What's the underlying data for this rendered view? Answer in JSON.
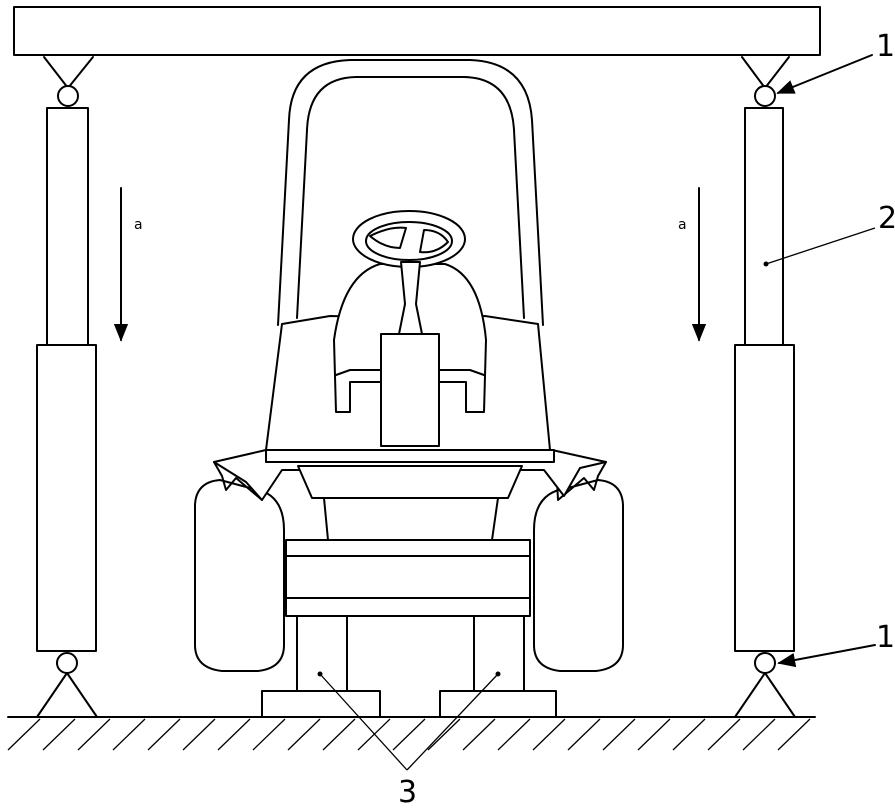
{
  "labels": {
    "pivot_top": "1",
    "pivot_bottom": "1",
    "cylinder": "2",
    "supports": "3",
    "direction_left": "a",
    "direction_right": "a"
  },
  "colors": {
    "stroke": "#000000",
    "background": "#ffffff"
  }
}
